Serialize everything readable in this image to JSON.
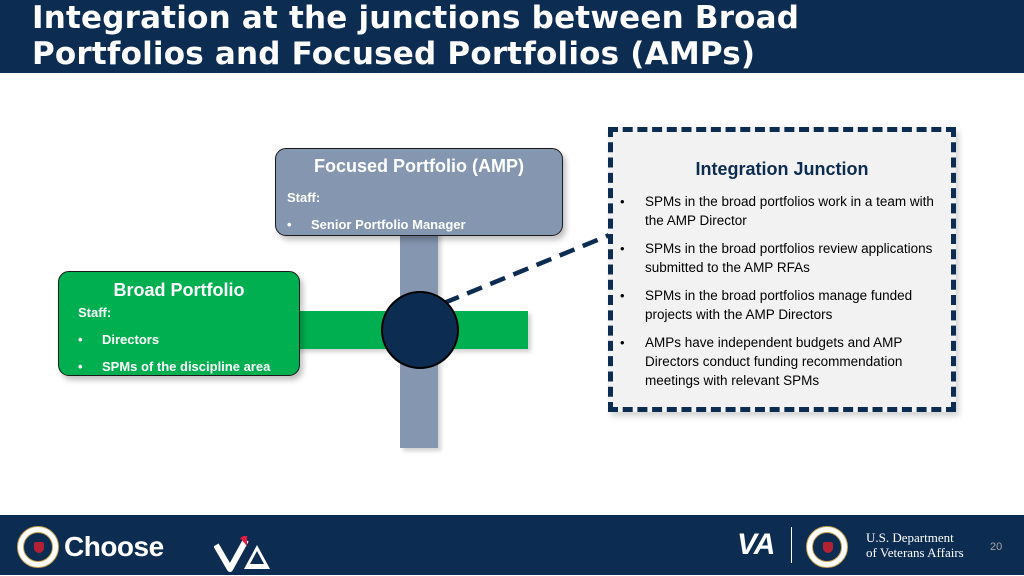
{
  "slide": {
    "title_line1": "Integration at the junctions between Broad",
    "title_line2": "Portfolios and Focused Portfolios (AMPs)",
    "page_number": "20"
  },
  "focused_portfolio": {
    "title": "Focused Portfolio (AMP)",
    "staff_label": "Staff:",
    "staff": [
      "Senior Portfolio Manager"
    ],
    "color": "#8496b0"
  },
  "broad_portfolio": {
    "title": "Broad Portfolio",
    "staff_label": "Staff:",
    "staff": [
      "Directors",
      "SPMs of the discipline area"
    ],
    "color": "#00b050"
  },
  "integration_junction": {
    "title": "Integration Junction",
    "points": [
      "SPMs in the broad portfolios work in a team with the AMP Director",
      "SPMs in the broad portfolios review applications submitted to the AMP RFAs",
      "SPMs in the broad portfolios manage funded projects with the AMP Directors",
      "AMPs have independent budgets and AMP Directors conduct funding recommendation meetings with relevant SPMs"
    ],
    "border_color": "#0c2c52",
    "bullet": "•"
  },
  "footer": {
    "choose_text": "Choose",
    "choose_va_text": "VA",
    "va_text": "VA",
    "dept_line1": "U.S. Department",
    "dept_line2": "of Veterans Affairs",
    "seal_icon": "va-seal-icon",
    "background": "#0c2c52"
  },
  "colors": {
    "navy": "#0c2c52",
    "green": "#00b050",
    "slate": "#8496b0",
    "accent_red": "#e31c3d"
  }
}
